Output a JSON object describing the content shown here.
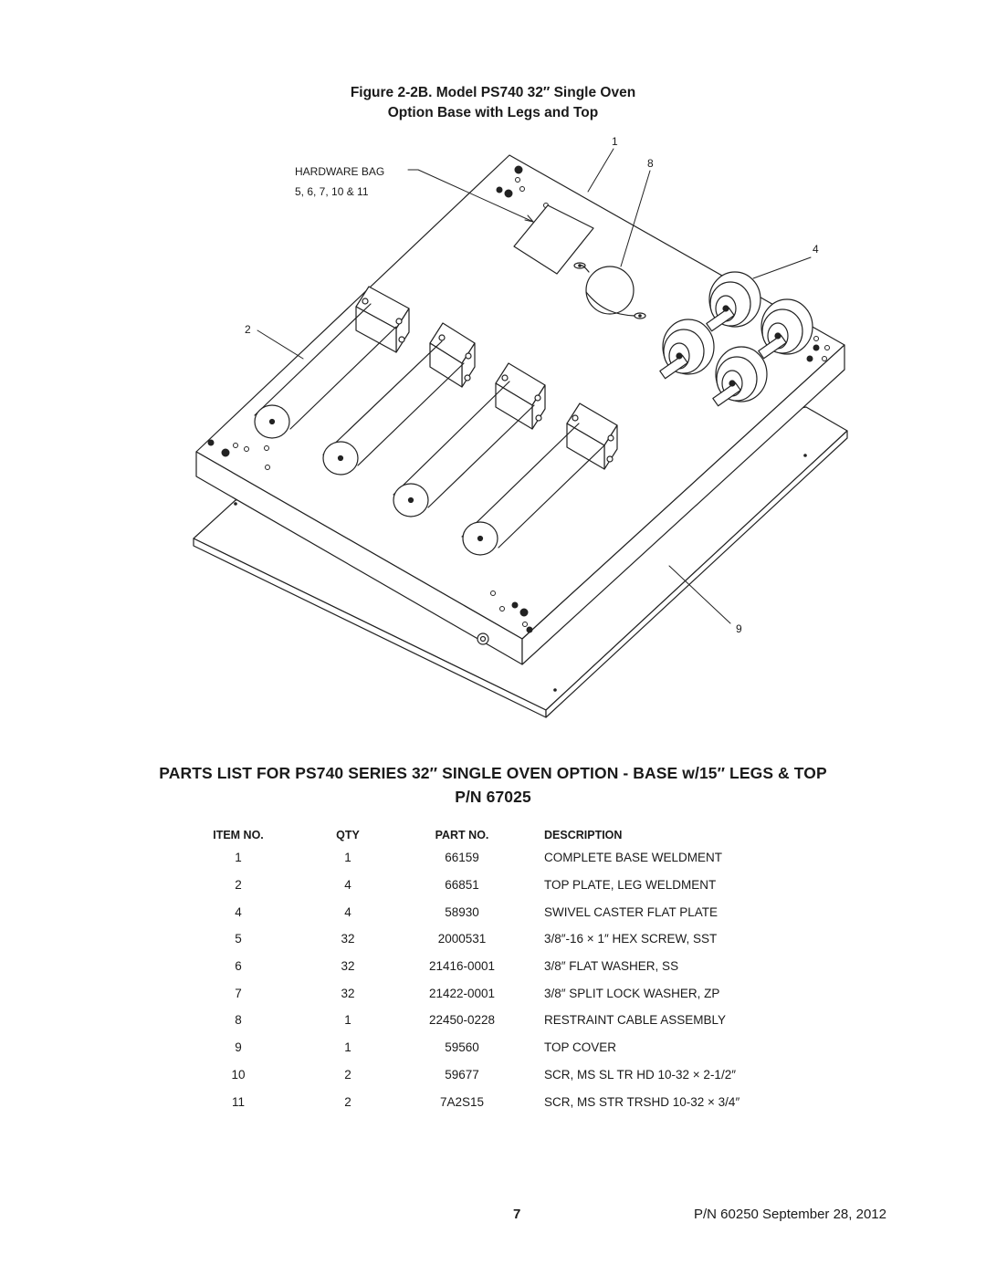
{
  "figure": {
    "title_line1": "Figure 2-2B.  Model PS740 32″ Single Oven",
    "title_line2": "Option Base with Legs and Top",
    "callouts": {
      "hw_bag_line1": "HARDWARE BAG",
      "hw_bag_line2": "5, 6, 7, 10 & 11",
      "c1": "1",
      "c8": "8",
      "c4": "4",
      "c2": "2",
      "c9": "9"
    }
  },
  "parts_list": {
    "title_line1": "PARTS LIST FOR PS740 SERIES 32″ SINGLE OVEN OPTION - BASE w/15″  LEGS & TOP",
    "title_line2": "P/N 67025",
    "headers": {
      "item": "ITEM NO.",
      "qty": "QTY",
      "part": "PART NO.",
      "description": "DESCRIPTION"
    },
    "rows": [
      {
        "item": "1",
        "qty": "1",
        "part": "66159",
        "description": "COMPLETE BASE WELDMENT"
      },
      {
        "item": "2",
        "qty": "4",
        "part": "66851",
        "description": "TOP PLATE, LEG WELDMENT"
      },
      {
        "item": "4",
        "qty": "4",
        "part": "58930",
        "description": "SWIVEL CASTER FLAT PLATE"
      },
      {
        "item": "5",
        "qty": "32",
        "part": "2000531",
        "description": "3/8″-16 × 1″ HEX SCREW, SST"
      },
      {
        "item": "6",
        "qty": "32",
        "part": "21416-0001",
        "description": "3/8″ FLAT WASHER, SS"
      },
      {
        "item": "7",
        "qty": "32",
        "part": "21422-0001",
        "description": "3/8″ SPLIT LOCK WASHER, ZP"
      },
      {
        "item": "8",
        "qty": "1",
        "part": "22450-0228",
        "description": "RESTRAINT CABLE ASSEMBLY"
      },
      {
        "item": "9",
        "qty": "1",
        "part": "59560",
        "description": "TOP COVER"
      },
      {
        "item": "10",
        "qty": "2",
        "part": "59677",
        "description": "SCR, MS SL TR HD 10-32 × 2-1/2″"
      },
      {
        "item": "11",
        "qty": "2",
        "part": "7A2S15",
        "description": "SCR, MS STR TRSHD 10-32 × 3/4″"
      }
    ]
  },
  "footer": {
    "page_number": "7",
    "doc_info": "P/N 60250  September 28, 2012"
  }
}
